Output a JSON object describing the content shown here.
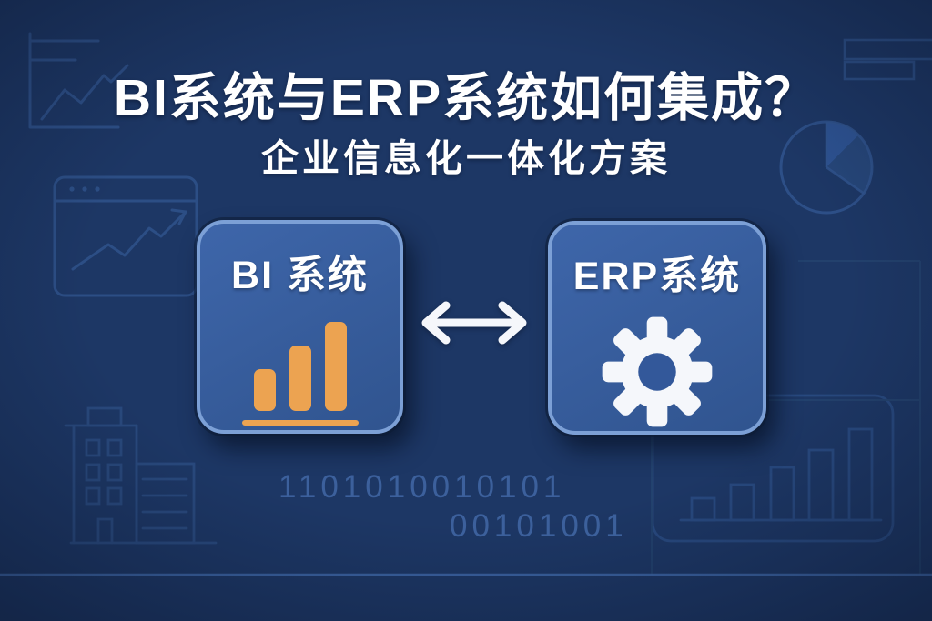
{
  "header": {
    "title": "BI系统与ERP系统如何集成？",
    "subtitle": "企业信息化一体化方案"
  },
  "diagram": {
    "bi_node": {
      "label": "BI 系统",
      "icon": "bar-chart-icon"
    },
    "erp_node": {
      "label": "ERP系统",
      "icon": "gear-icon"
    },
    "connector": {
      "icon": "double-arrow-icon",
      "meaning": "bidirectional-integration"
    }
  },
  "background_text": {
    "binary_line_1": "1101010010101",
    "binary_line_2": "00101001"
  },
  "background_decorations": [
    "line-chart-with-axis",
    "browser-window-trend-chart",
    "list-rows",
    "pie-chart",
    "office-buildings",
    "rounded-panel-bar-chart",
    "grid-lines",
    "horizontal-divider-line"
  ],
  "colors": {
    "background": "#1D3765",
    "node_fill": "#34599A",
    "node_border": "#7CA0D6",
    "accent_orange": "#ECA351",
    "text_white": "#FFFFFF",
    "line_art_blue": "#30548D",
    "binary_text_blue": "#3E639F",
    "divider_line_blue": "#3E66A6"
  }
}
